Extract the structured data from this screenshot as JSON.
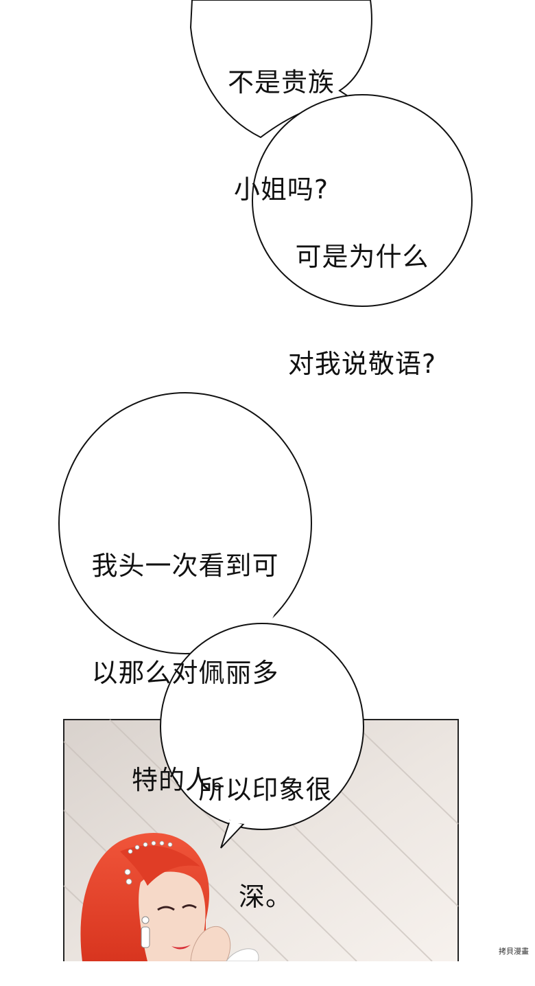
{
  "bubbles": [
    {
      "lines": [
        "不是贵族",
        "小姐吗?"
      ]
    },
    {
      "lines": [
        "可是为什么",
        "对我说敬语?"
      ]
    },
    {
      "lines": [
        "我头一次看到可",
        "以那么对佩丽多",
        "特的人。"
      ]
    },
    {
      "lines": [
        "所以印象很",
        "深。"
      ]
    }
  ],
  "watermark": "拷貝漫畫",
  "colors": {
    "hair": "#e8442a",
    "panel_bg": "#e9e3de",
    "skin": "#f6d9c8",
    "lips": "#d9333a"
  }
}
